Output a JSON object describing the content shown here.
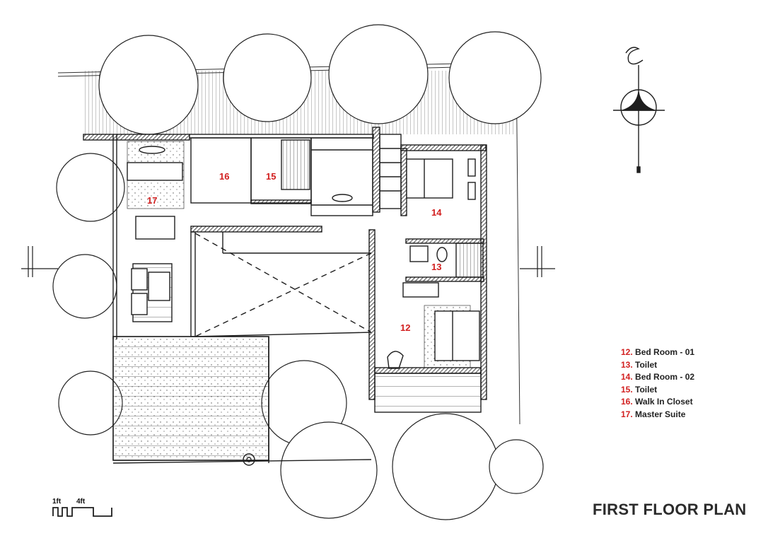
{
  "drawing": {
    "title": "FIRST FLOOR PLAN",
    "scale_bar": {
      "labels": [
        "1ft",
        "4ft"
      ]
    },
    "north_arrow": {
      "symbol": "north-arrow-compass"
    }
  },
  "rooms": [
    {
      "number": "12",
      "name": "Bed Room - 01"
    },
    {
      "number": "13",
      "name": "Toilet"
    },
    {
      "number": "14",
      "name": "Bed Room - 02"
    },
    {
      "number": "15",
      "name": "Toilet"
    },
    {
      "number": "16",
      "name": "Walk In Closet"
    },
    {
      "number": "17",
      "name": "Master Suite"
    }
  ],
  "legend": [
    {
      "num": "12.",
      "label": "Bed Room - 01"
    },
    {
      "num": "13.",
      "label": "Toilet"
    },
    {
      "num": "14.",
      "label": "Bed Room - 02"
    },
    {
      "num": "15.",
      "label": "Toilet"
    },
    {
      "num": "16.",
      "label": "Walk In Closet"
    },
    {
      "num": "17.",
      "label": "Master Suite"
    }
  ],
  "colors": {
    "label_red": "#d21f1f",
    "ink": "#1e1e1e",
    "paper": "#ffffff"
  }
}
